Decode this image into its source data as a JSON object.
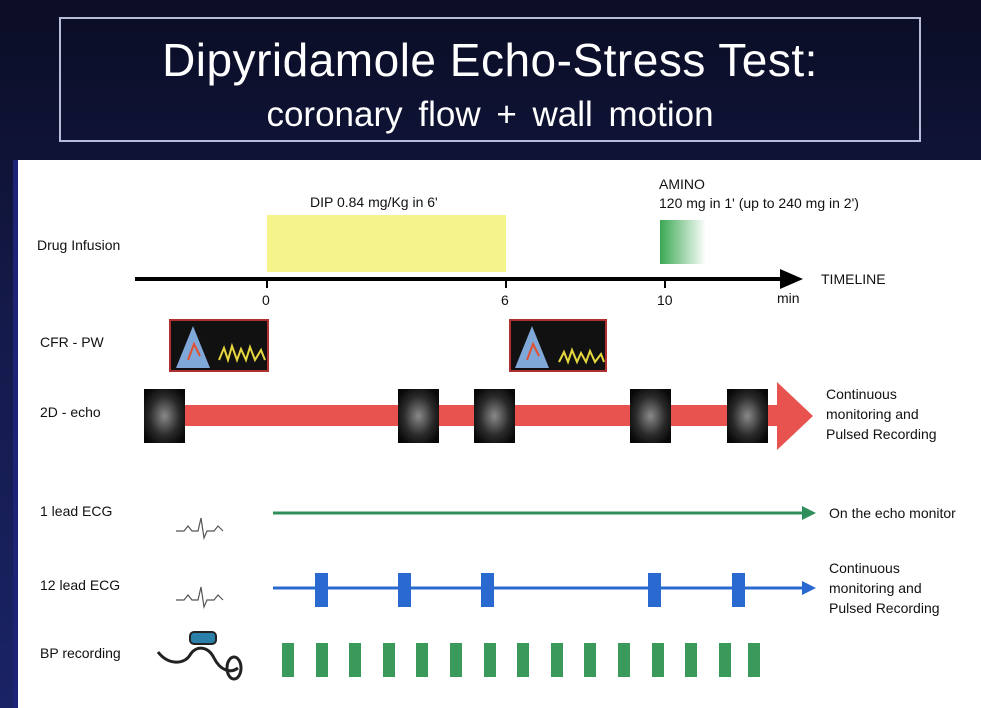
{
  "title": {
    "line1": "Dipyridamole Echo-Stress Test:",
    "line2": "coronary flow   +   wall motion"
  },
  "drug": {
    "row_label": "Drug Infusion",
    "dip_label": "DIP 0.84 mg/Kg in 6'",
    "amino_label_1": "AMINO",
    "amino_label_2": "120 mg in 1' (up to 240 mg in 2')"
  },
  "timeline": {
    "label": "TIMELINE",
    "unit": "min",
    "ticks": [
      "0",
      "6",
      "10"
    ]
  },
  "rows": {
    "cfr": "CFR - PW",
    "echo2d": "2D - echo",
    "ecg1": "1 lead ECG",
    "ecg12": "12 lead ECG",
    "bp": "BP recording"
  },
  "notes": {
    "echo2d_1": "Continuous",
    "echo2d_2": "monitoring and",
    "echo2d_3": "Pulsed Recording",
    "ecg1": "On the echo monitor",
    "ecg12_1": "Continuous",
    "ecg12_2": "monitoring and",
    "ecg12_3": "Pulsed Recording"
  },
  "colors": {
    "dip_bar": "#f4f48a",
    "amino_bar": "#3aa852",
    "echo_arrow": "#e8524f",
    "ecg1_line": "#2f8f5b",
    "ecg12_line": "#2a6ad0",
    "bp_blocks": "#3a9a5c"
  }
}
